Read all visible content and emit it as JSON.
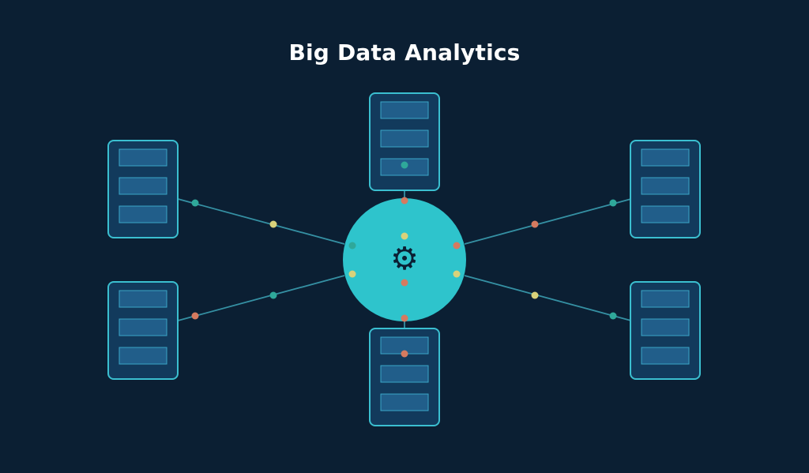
{
  "title": "Big Data Analytics",
  "hub": {
    "icon": "gear-icon",
    "glyph": "⚙"
  },
  "colors": {
    "background": "#0b1f33",
    "hub": "#2ec4cc",
    "server_fill": "#123a5c",
    "server_border": "#3bbfd0",
    "slot_fill": "#215e8a",
    "slot_border": "#3ba7c7",
    "connector": "#3a9db0",
    "packet_teal": "#2fa89a",
    "packet_yellow": "#d9d27a",
    "packet_orange": "#d57a5f"
  },
  "servers": [
    {
      "id": "top",
      "slots": 3
    },
    {
      "id": "left-top",
      "slots": 3
    },
    {
      "id": "right-top",
      "slots": 3
    },
    {
      "id": "left-bottom",
      "slots": 3
    },
    {
      "id": "right-bottom",
      "slots": 3
    },
    {
      "id": "bottom",
      "slots": 3
    }
  ]
}
